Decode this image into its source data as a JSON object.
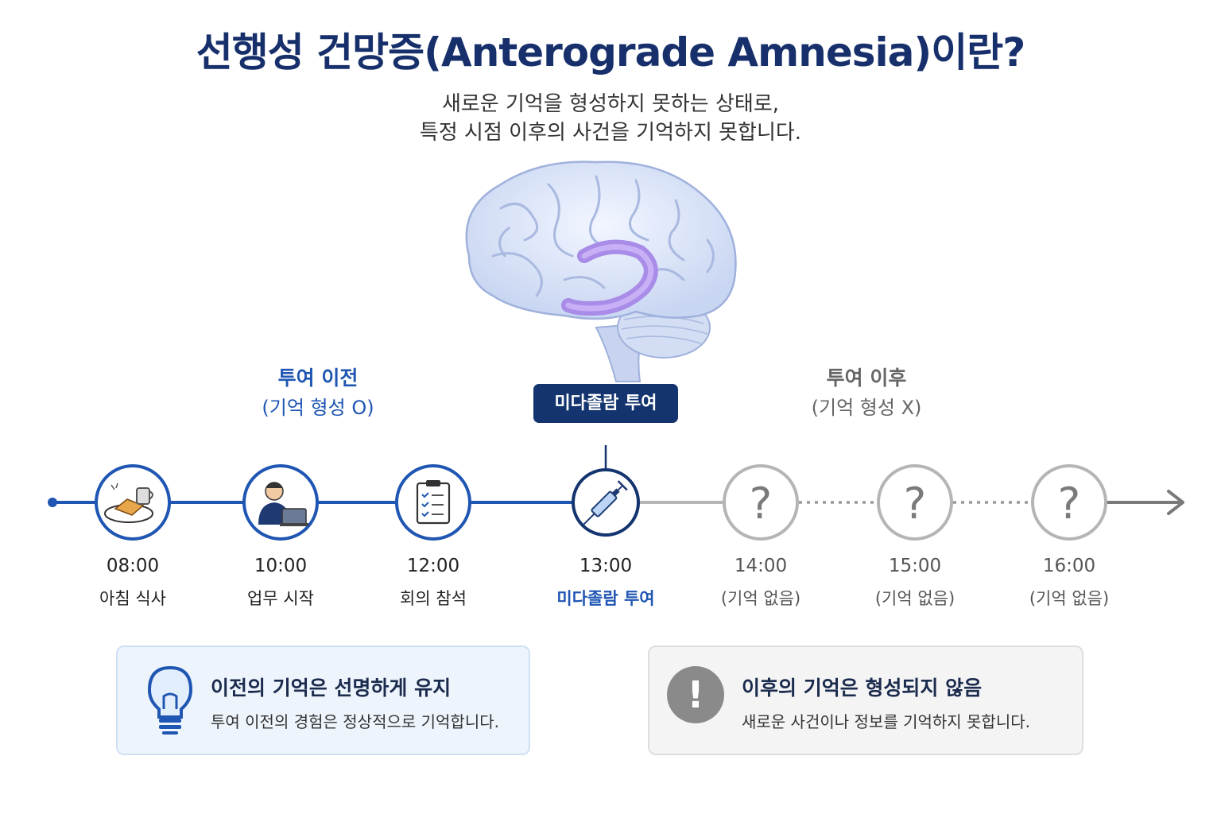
{
  "header": {
    "title": "선행성 건망증(Anterograde Amnesia)이란?",
    "subtitle_line1": "새로운 기억을 형성하지 못하는 상태로,",
    "subtitle_line2": "특정 시점 이후의 사건을 기억하지 못합니다."
  },
  "phases": {
    "before_label": "투여 이전",
    "before_sub": "(기억 형성 O)",
    "after_label": "투여 이후",
    "after_sub": "(기억 형성 X)",
    "dose_box": "미다졸람 투여"
  },
  "timeline": [
    {
      "time": "08:00",
      "desc": "아침 식사",
      "icon": "breakfast-icon"
    },
    {
      "time": "10:00",
      "desc": "업무 시작",
      "icon": "office-worker-icon"
    },
    {
      "time": "12:00",
      "desc": "회의 참석",
      "icon": "clipboard-checklist-icon"
    },
    {
      "time": "13:00",
      "desc": "미다졸람 투여",
      "icon": "syringe-icon"
    },
    {
      "time": "14:00",
      "desc": "(기억 없음)",
      "icon": "question-icon",
      "glyph": "?"
    },
    {
      "time": "15:00",
      "desc": "(기억 없음)",
      "icon": "question-icon",
      "glyph": "?"
    },
    {
      "time": "16:00",
      "desc": "(기억 없음)",
      "icon": "question-icon",
      "glyph": "?"
    }
  ],
  "cards": {
    "left_title": "이전의 기억은 선명하게 유지",
    "left_text": "투여 이전의 경험은 정상적으로 기억합니다.",
    "right_title": "이후의 기억은 형성되지 않음",
    "right_text": "새로운 사건이나 정보를 기억하지 못합니다.",
    "right_icon_glyph": "!"
  },
  "colors": {
    "navy": "#17306b",
    "blue": "#1f56b3",
    "gray": "#9a9a9a",
    "hippocampus": "#a98be8"
  }
}
